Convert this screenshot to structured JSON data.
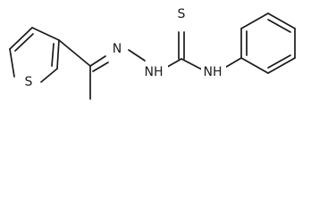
{
  "molecule": {
    "atoms": {
      "sulfur_ring": "S",
      "sulfur_thione": "S",
      "nitrogen_imine": "N",
      "nitrogen_hydrazine": "NH",
      "nitrogen_amide": "NH"
    }
  }
}
